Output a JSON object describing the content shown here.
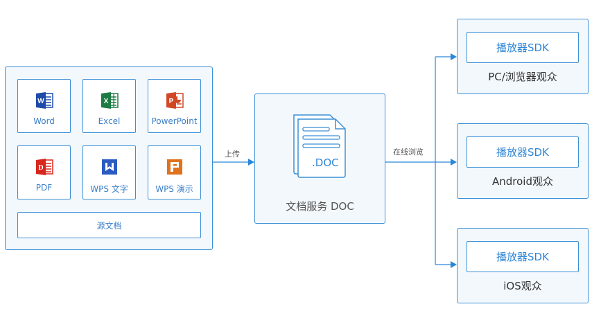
{
  "source_panel": {
    "tiles": [
      {
        "label": "Word",
        "icon": "word-icon",
        "color": "#1e4aa8"
      },
      {
        "label": "Excel",
        "icon": "excel-icon",
        "color": "#1d7b44"
      },
      {
        "label": "PowerPoint",
        "icon": "powerpoint-icon",
        "color": "#d24726"
      },
      {
        "label": "PDF",
        "icon": "pdf-icon",
        "color": "#d9261c"
      },
      {
        "label": "WPS 文字",
        "icon": "wps-writer-icon",
        "color": "#2b5bc1"
      },
      {
        "label": "WPS 演示",
        "icon": "wps-presentation-icon",
        "color": "#e0721e"
      }
    ],
    "footer_label": "源文档"
  },
  "upload_label": "上传",
  "service": {
    "file_ext": ".DOC",
    "label": "文档服务 DOC"
  },
  "browse_label": "在线浏览",
  "audiences": [
    {
      "sdk_label": "播放器SDK",
      "audience_label": "PC/浏览器观众"
    },
    {
      "sdk_label": "播放器SDK",
      "audience_label": "Android观众"
    },
    {
      "sdk_label": "播放器SDK",
      "audience_label": "iOS观众"
    }
  ],
  "colors": {
    "accent": "#3a8fd6",
    "panel_bg": "#f3f8fd",
    "arrow": "#2a86d8"
  }
}
